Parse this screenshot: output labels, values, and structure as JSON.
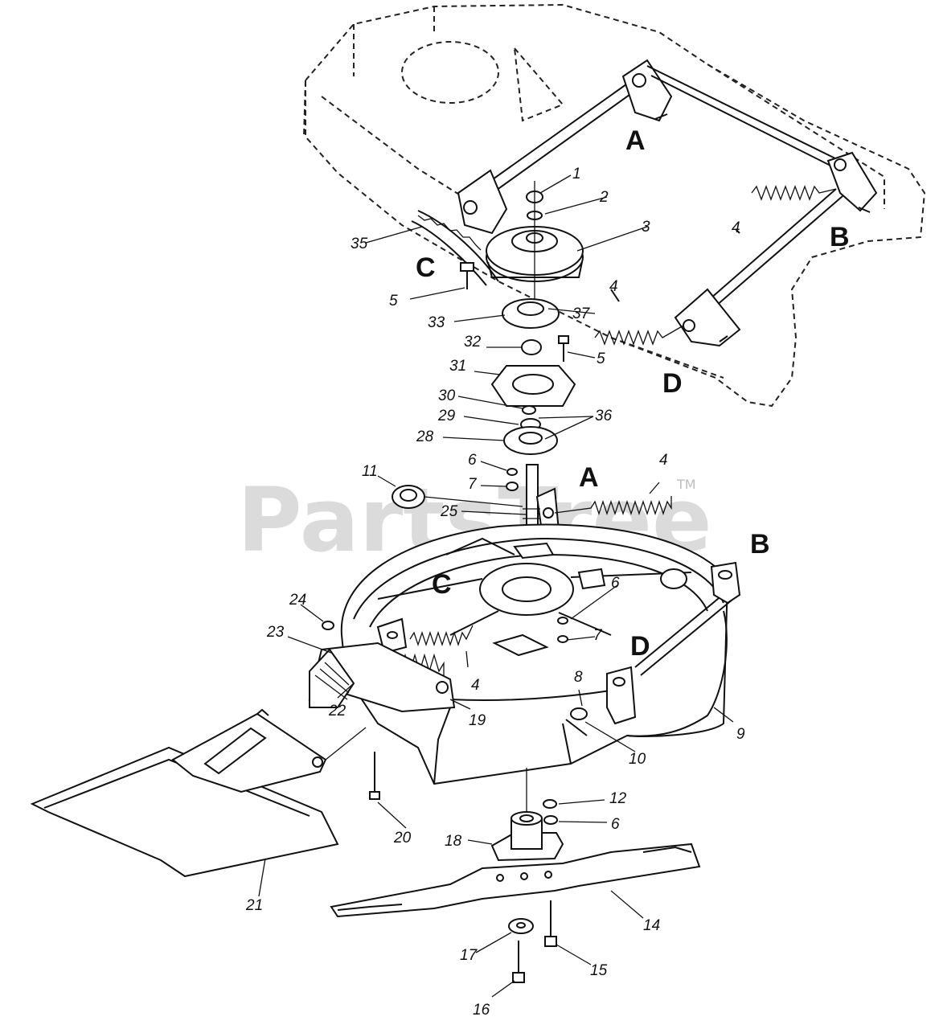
{
  "watermark": {
    "text": "PartsTree",
    "trademark": "TM"
  },
  "part_labels": {
    "p1": "1",
    "p2": "2",
    "p3": "3",
    "p4a": "4",
    "p4b": "4",
    "p4c": "4",
    "p4d": "4",
    "p5a": "5",
    "p5b": "5",
    "p6a": "6",
    "p6b": "6",
    "p6c": "6",
    "p7a": "7",
    "p7b": "7",
    "p8": "8",
    "p9": "9",
    "p10": "10",
    "p11": "11",
    "p12": "12",
    "p14": "14",
    "p15": "15",
    "p16": "16",
    "p17": "17",
    "p18": "18",
    "p19": "19",
    "p20": "20",
    "p21": "21",
    "p22": "22",
    "p23": "23",
    "p24": "24",
    "p25": "25",
    "p28": "28",
    "p29": "29",
    "p30": "30",
    "p31": "31",
    "p32": "32",
    "p33": "33",
    "p35": "35",
    "p36": "36",
    "p37": "37"
  },
  "letter_labels": {
    "A_top": "A",
    "B_top": "B",
    "C_top": "C",
    "D_top": "D",
    "A_mid": "A",
    "B_mid": "B",
    "C_mid": "C",
    "D_mid": "D"
  }
}
